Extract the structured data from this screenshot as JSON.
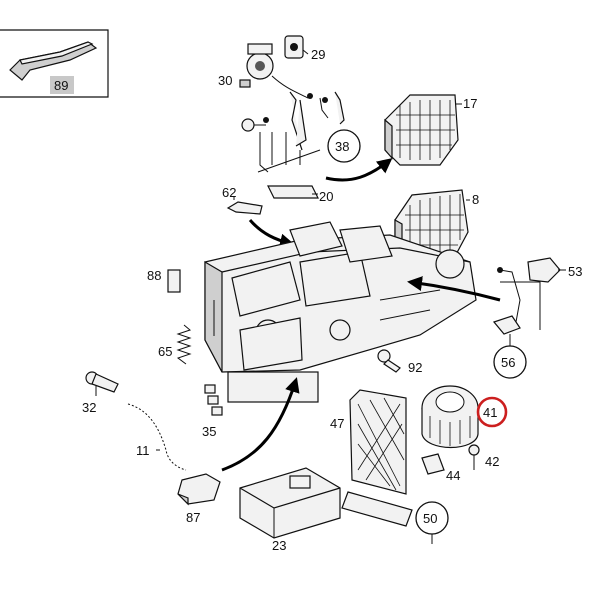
{
  "labels": {
    "p89": "89",
    "p29": "29",
    "p30": "30",
    "p17": "17",
    "p38": "38",
    "p62": "62",
    "p20": "20",
    "p8": "8",
    "p88": "88",
    "p53": "53",
    "p65": "65",
    "p56": "56",
    "p92": "92",
    "p32": "32",
    "p41": "41",
    "p47": "47",
    "p35": "35",
    "p42": "42",
    "p11": "11",
    "p44": "44",
    "p87": "87",
    "p50": "50",
    "p23": "23"
  },
  "highlight_color": "#cc1f1f"
}
